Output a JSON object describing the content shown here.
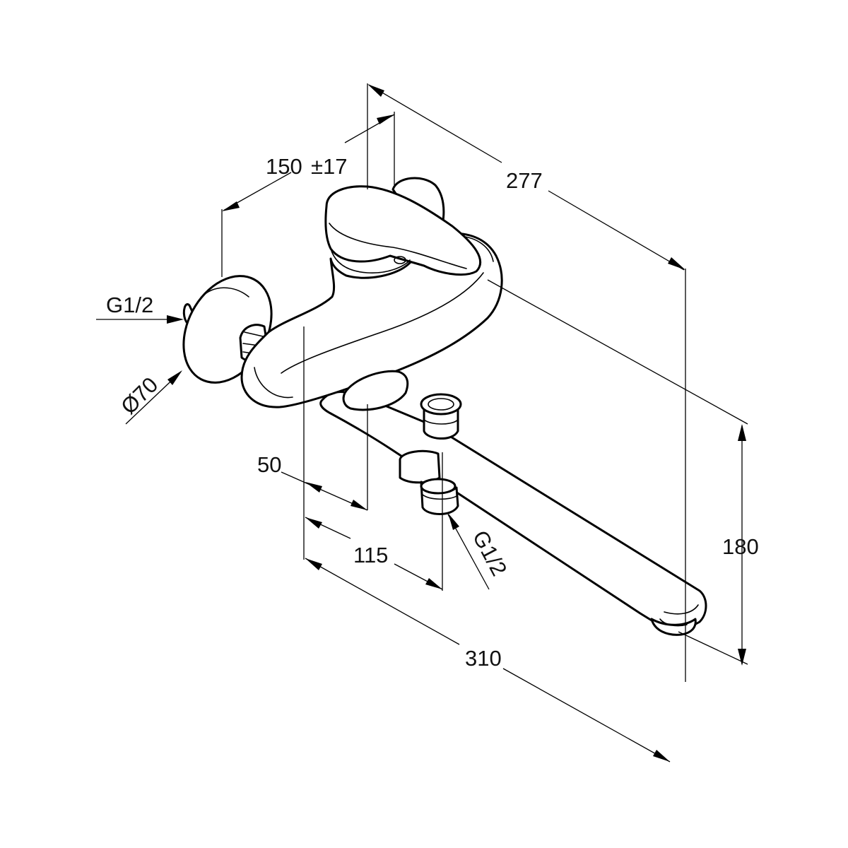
{
  "dimensions": {
    "width_277": "277",
    "projection_150": "150",
    "tolerance_17": "±17",
    "height_180": "180",
    "depth_50": "50",
    "depth_115": "115",
    "length_310": "310",
    "diameter_70": "Ø70",
    "inlet_thread": "G1/2",
    "outlet_thread": "G1/2"
  },
  "colors": {
    "line": "#000000",
    "background": "#ffffff"
  }
}
